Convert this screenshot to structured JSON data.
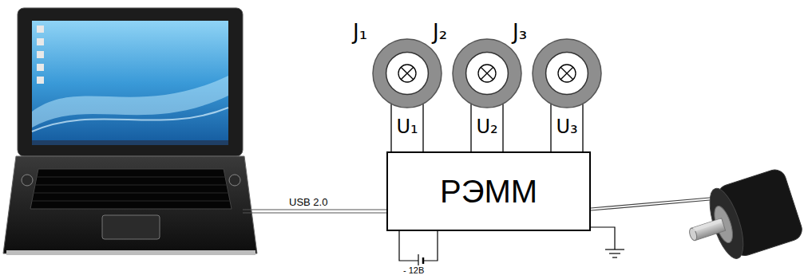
{
  "diagram": {
    "nodes": [
      {
        "text": [
          "J₁"
        ]
      },
      {
        "text": [
          "J₂"
        ]
      },
      {
        "text": [
          "J₃"
        ]
      },
      {
        "text": [
          "РЭММ"
        ]
      }
    ],
    "edges": [
      {
        "from": 0,
        "to": 3,
        "arrow": "none",
        "label": "U₁"
      },
      {
        "from": 1,
        "to": 3,
        "arrow": "none",
        "label": "U₂"
      },
      {
        "from": 2,
        "to": 3,
        "arrow": "none",
        "label": "U₃"
      }
    ],
    "labels": [
      "USB 2.0",
      "- 12В"
    ]
  }
}
